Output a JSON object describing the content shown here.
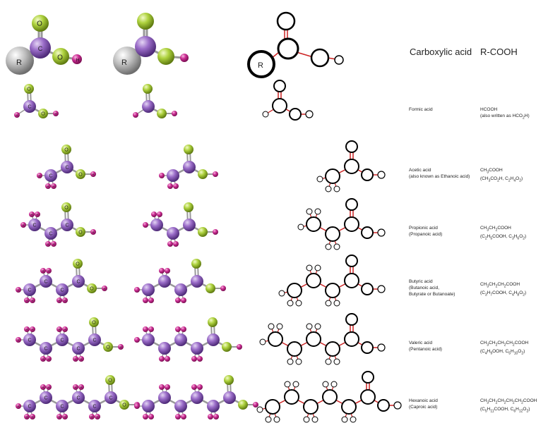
{
  "header": {
    "title": "Carboxylic acid",
    "general_formula": "R-COOH",
    "r_label": "R",
    "c_label": "C",
    "o_label": "O",
    "h_label": "H"
  },
  "colors": {
    "carbon": "#8a5cb8",
    "oxygen": "#a8cc3a",
    "hydrogen": "#c8288e",
    "r_group": "#b0b0b0",
    "bond": "#cc2222",
    "outline": "#000000"
  },
  "acids": [
    {
      "name": "Formic acid",
      "alt": "",
      "formula": "HCOOH",
      "formula_alt": "(also written as  HCO2H)",
      "carbons": 1
    },
    {
      "name": "Acetic acid",
      "alt": "(also known as Ethanoic acid)",
      "formula": "CH3COOH",
      "formula_alt": "(CH3CO2H,  C2H4O2)",
      "carbons": 2
    },
    {
      "name": "Propionic acid",
      "alt": "(Propanoic acid)",
      "formula": "CH3CH2COOH",
      "formula_alt": "(C2H5COOH,  C3H6O2)",
      "carbons": 3
    },
    {
      "name": "Butyric acid",
      "alt": "(Butanoic acid,\nButyrate or Butanoate)",
      "formula": "CH3CH2CH2COOH",
      "formula_alt": "(C3H7COOH,  C4H8O2)",
      "carbons": 4
    },
    {
      "name": "Valeric acid",
      "alt": "(Pentanoic acid)",
      "formula": "CH3CH2CH2CH2COOH",
      "formula_alt": "(C4H9OOH,  C5H10O2)",
      "carbons": 5
    },
    {
      "name": "Hexanoic acid",
      "alt": "(Caproic acid)",
      "formula": "CH3CH2CH2CH2CH2COOH",
      "formula_alt": "(C5H11COOH,  C6H12O2)",
      "carbons": 6
    }
  ]
}
